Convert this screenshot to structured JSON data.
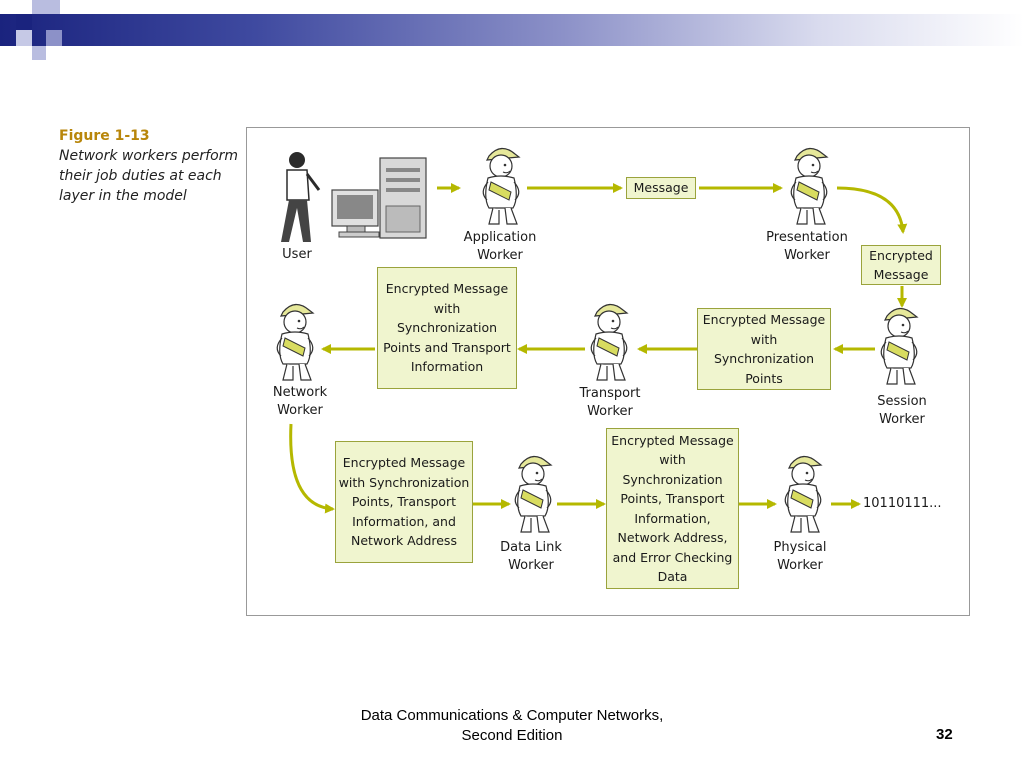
{
  "figure": {
    "number": "Figure 1-13",
    "caption": "Network workers perform their job duties at each layer in the model"
  },
  "labels": {
    "user": "User",
    "application": "Application Worker",
    "presentation": "Presentation Worker",
    "session": "Session Worker",
    "transport": "Transport Worker",
    "network": "Network Worker",
    "datalink": "Data Link Worker",
    "physical": "Physical Worker"
  },
  "boxes": {
    "message": "Message",
    "encrypted": "Encrypted Message",
    "session_box": "Encrypted Message with Synchronization Points",
    "transport_box": "Encrypted Message with Synchronization Points and Transport Information",
    "network_box": "Encrypted Message with Synchronization Points, Transport Information, and Network Address",
    "datalink_box": "Encrypted Message with Synchronization Points, Transport Information, Network Address, and Error Checking Data"
  },
  "bits": "10110111...",
  "footer": {
    "title": "Data Communications & Computer Networks, Second Edition",
    "page": "32"
  },
  "colors": {
    "arrow": "#b5b800",
    "box_fill": "#f0f5cf",
    "box_border": "#9aa33c",
    "figure_number": "#b8860b"
  }
}
